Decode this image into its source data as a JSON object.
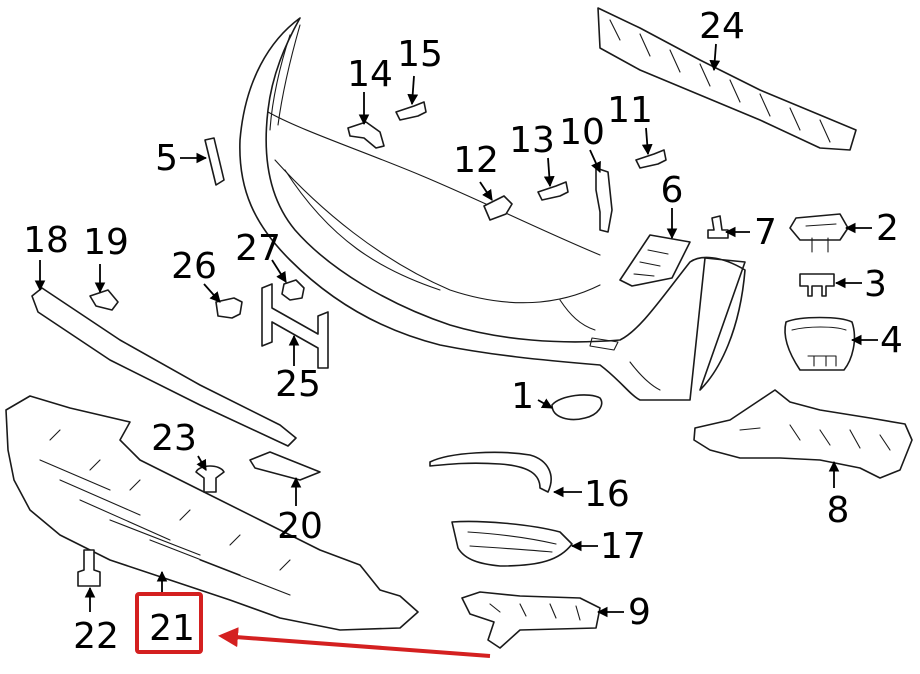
{
  "callouts": [
    {
      "label": "1"
    },
    {
      "label": "2"
    },
    {
      "label": "3"
    },
    {
      "label": "4"
    },
    {
      "label": "5"
    },
    {
      "label": "6"
    },
    {
      "label": "7"
    },
    {
      "label": "8"
    },
    {
      "label": "9"
    },
    {
      "label": "10"
    },
    {
      "label": "11"
    },
    {
      "label": "12"
    },
    {
      "label": "13"
    },
    {
      "label": "14"
    },
    {
      "label": "15"
    },
    {
      "label": "16"
    },
    {
      "label": "17"
    },
    {
      "label": "18"
    },
    {
      "label": "19"
    },
    {
      "label": "20"
    },
    {
      "label": "21"
    },
    {
      "label": "22"
    },
    {
      "label": "23"
    },
    {
      "label": "24"
    },
    {
      "label": "25"
    },
    {
      "label": "26"
    },
    {
      "label": "27"
    }
  ],
  "highlight": {
    "label": "21",
    "color": "#d42020"
  },
  "colors": {
    "line": "#1a1a1a",
    "highlight": "#d42020",
    "background": "#ffffff"
  }
}
